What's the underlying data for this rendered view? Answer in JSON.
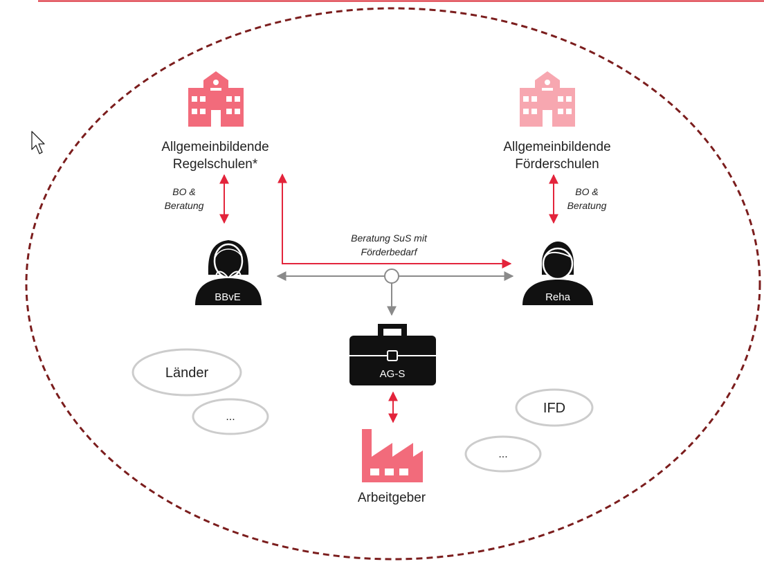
{
  "colors": {
    "accent_red": "#e3243b",
    "school_pink": "#f26b7b",
    "school_pink_light": "#f7a7b0",
    "border_dark_red": "#7b1d1d",
    "grey_connector": "#8a8a8a",
    "bubble_grey": "#cccccc",
    "figure_black": "#111111"
  },
  "schools": {
    "regular": {
      "line1": "Allgemeinbildende",
      "line2": "Regelschulen*",
      "icon": "school-icon"
    },
    "special": {
      "line1": "Allgemeinbildende",
      "line2": "Förderschulen",
      "icon": "school-icon"
    }
  },
  "relations": {
    "left": {
      "line1": "BO &",
      "line2": "Beratung"
    },
    "right": {
      "line1": "BO &",
      "line2": "Beratung"
    },
    "center": {
      "line1": "Beratung SuS mit",
      "line2": "Förderbedarf"
    }
  },
  "people": {
    "bbve": {
      "label": "BBvE",
      "icon": "woman-avatar-icon"
    },
    "reha": {
      "label": "Reha",
      "icon": "man-avatar-icon"
    }
  },
  "service": {
    "label": "AG-S",
    "icon": "briefcase-icon"
  },
  "employer": {
    "label": "Arbeitgeber",
    "icon": "factory-icon"
  },
  "bubbles": {
    "laender": "Länder",
    "more_left": "...",
    "ifd": "IFD",
    "more_right": "..."
  }
}
